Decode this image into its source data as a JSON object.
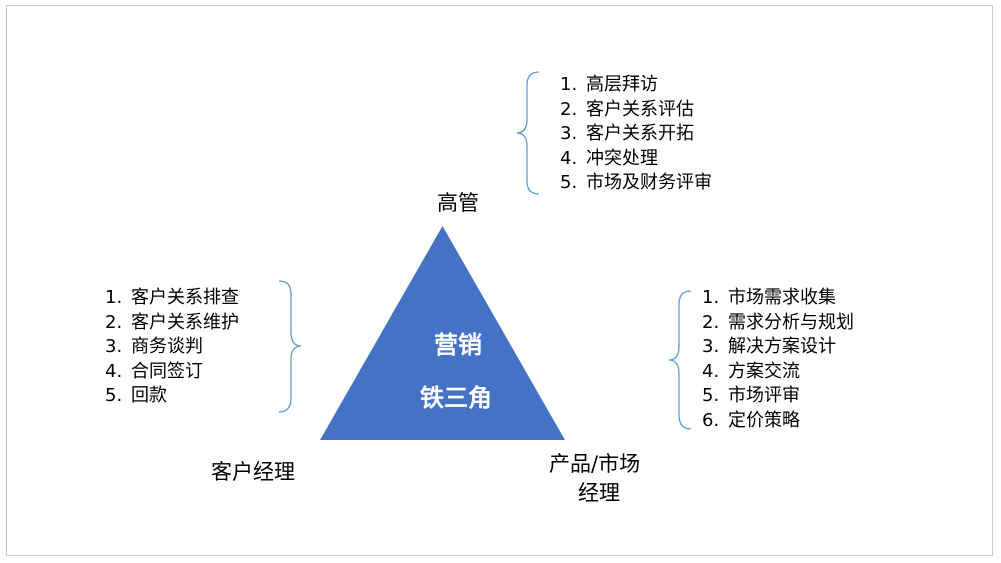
{
  "center": {
    "line1": "营销",
    "line2": "铁三角"
  },
  "colors": {
    "triangle": "#4472C4",
    "brace": "#5B9BD5"
  },
  "roles": {
    "top": "高管",
    "left": "客户经理",
    "right_line1": "产品/市场",
    "right_line2": "经理"
  },
  "top_list": [
    {
      "num": "1.",
      "text": "高层拜访"
    },
    {
      "num": "2.",
      "text": "客户关系评估"
    },
    {
      "num": "3.",
      "text": "客户关系开拓"
    },
    {
      "num": "4.",
      "text": "冲突处理"
    },
    {
      "num": "5.",
      "text": "市场及财务评审"
    }
  ],
  "left_list": [
    {
      "num": "1.",
      "text": "客户关系排查"
    },
    {
      "num": "2.",
      "text": "客户关系维护"
    },
    {
      "num": "3.",
      "text": "商务谈判"
    },
    {
      "num": "4.",
      "text": "合同签订"
    },
    {
      "num": "5.",
      "text": "回款"
    }
  ],
  "right_list": [
    {
      "num": "1.",
      "text": "市场需求收集"
    },
    {
      "num": "2.",
      "text": "需求分析与规划"
    },
    {
      "num": "3.",
      "text": "解决方案设计"
    },
    {
      "num": "4.",
      "text": "方案交流"
    },
    {
      "num": "5.",
      "text": "市场评审"
    },
    {
      "num": "6.",
      "text": "定价策略"
    }
  ]
}
